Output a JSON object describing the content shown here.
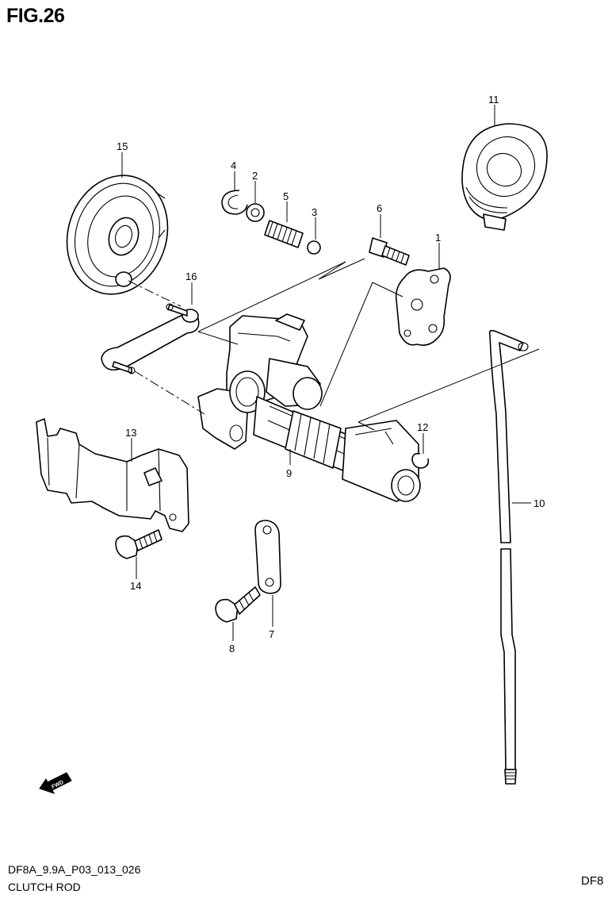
{
  "figure": {
    "title": "FIG.26"
  },
  "callouts": [
    {
      "id": "c1",
      "label": "1"
    },
    {
      "id": "c2",
      "label": "2"
    },
    {
      "id": "c3",
      "label": "3"
    },
    {
      "id": "c4",
      "label": "4"
    },
    {
      "id": "c5",
      "label": "5"
    },
    {
      "id": "c6",
      "label": "6"
    },
    {
      "id": "c7",
      "label": "7"
    },
    {
      "id": "c8",
      "label": "8"
    },
    {
      "id": "c9",
      "label": "9"
    },
    {
      "id": "c10",
      "label": "10"
    },
    {
      "id": "c11",
      "label": "11"
    },
    {
      "id": "c12",
      "label": "12"
    },
    {
      "id": "c13",
      "label": "13"
    },
    {
      "id": "c14",
      "label": "14"
    },
    {
      "id": "c15",
      "label": "15"
    },
    {
      "id": "c16",
      "label": "16"
    }
  ],
  "fwd_marker": "FWD",
  "footer": {
    "code": "DF8A_9.9A_P03_013_026",
    "name": "CLUTCH ROD",
    "model": "DF8"
  }
}
